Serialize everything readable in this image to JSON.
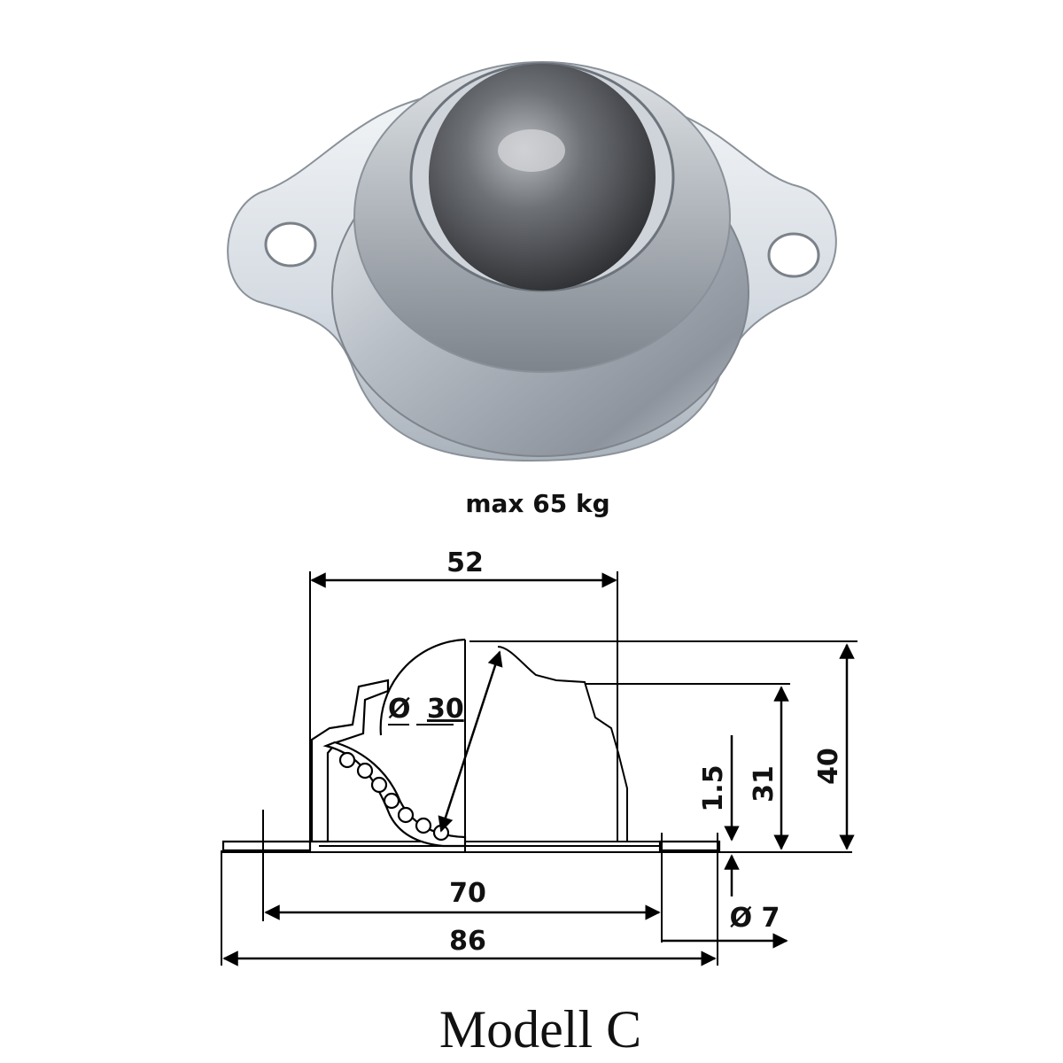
{
  "product_photo": {
    "caption": "max 65 kg"
  },
  "drawing": {
    "dimensions": {
      "top_width": "52",
      "ball_diameter": "Ø 30",
      "ball_diameter_symbol": "Ø",
      "ball_diameter_value": "30",
      "height_total": "40",
      "height_body": "31",
      "flange_thickness": "1.5",
      "hole_spacing": "70",
      "flange_length": "86",
      "hole_diameter": "Ø 7"
    },
    "model_name": "Modell C"
  }
}
